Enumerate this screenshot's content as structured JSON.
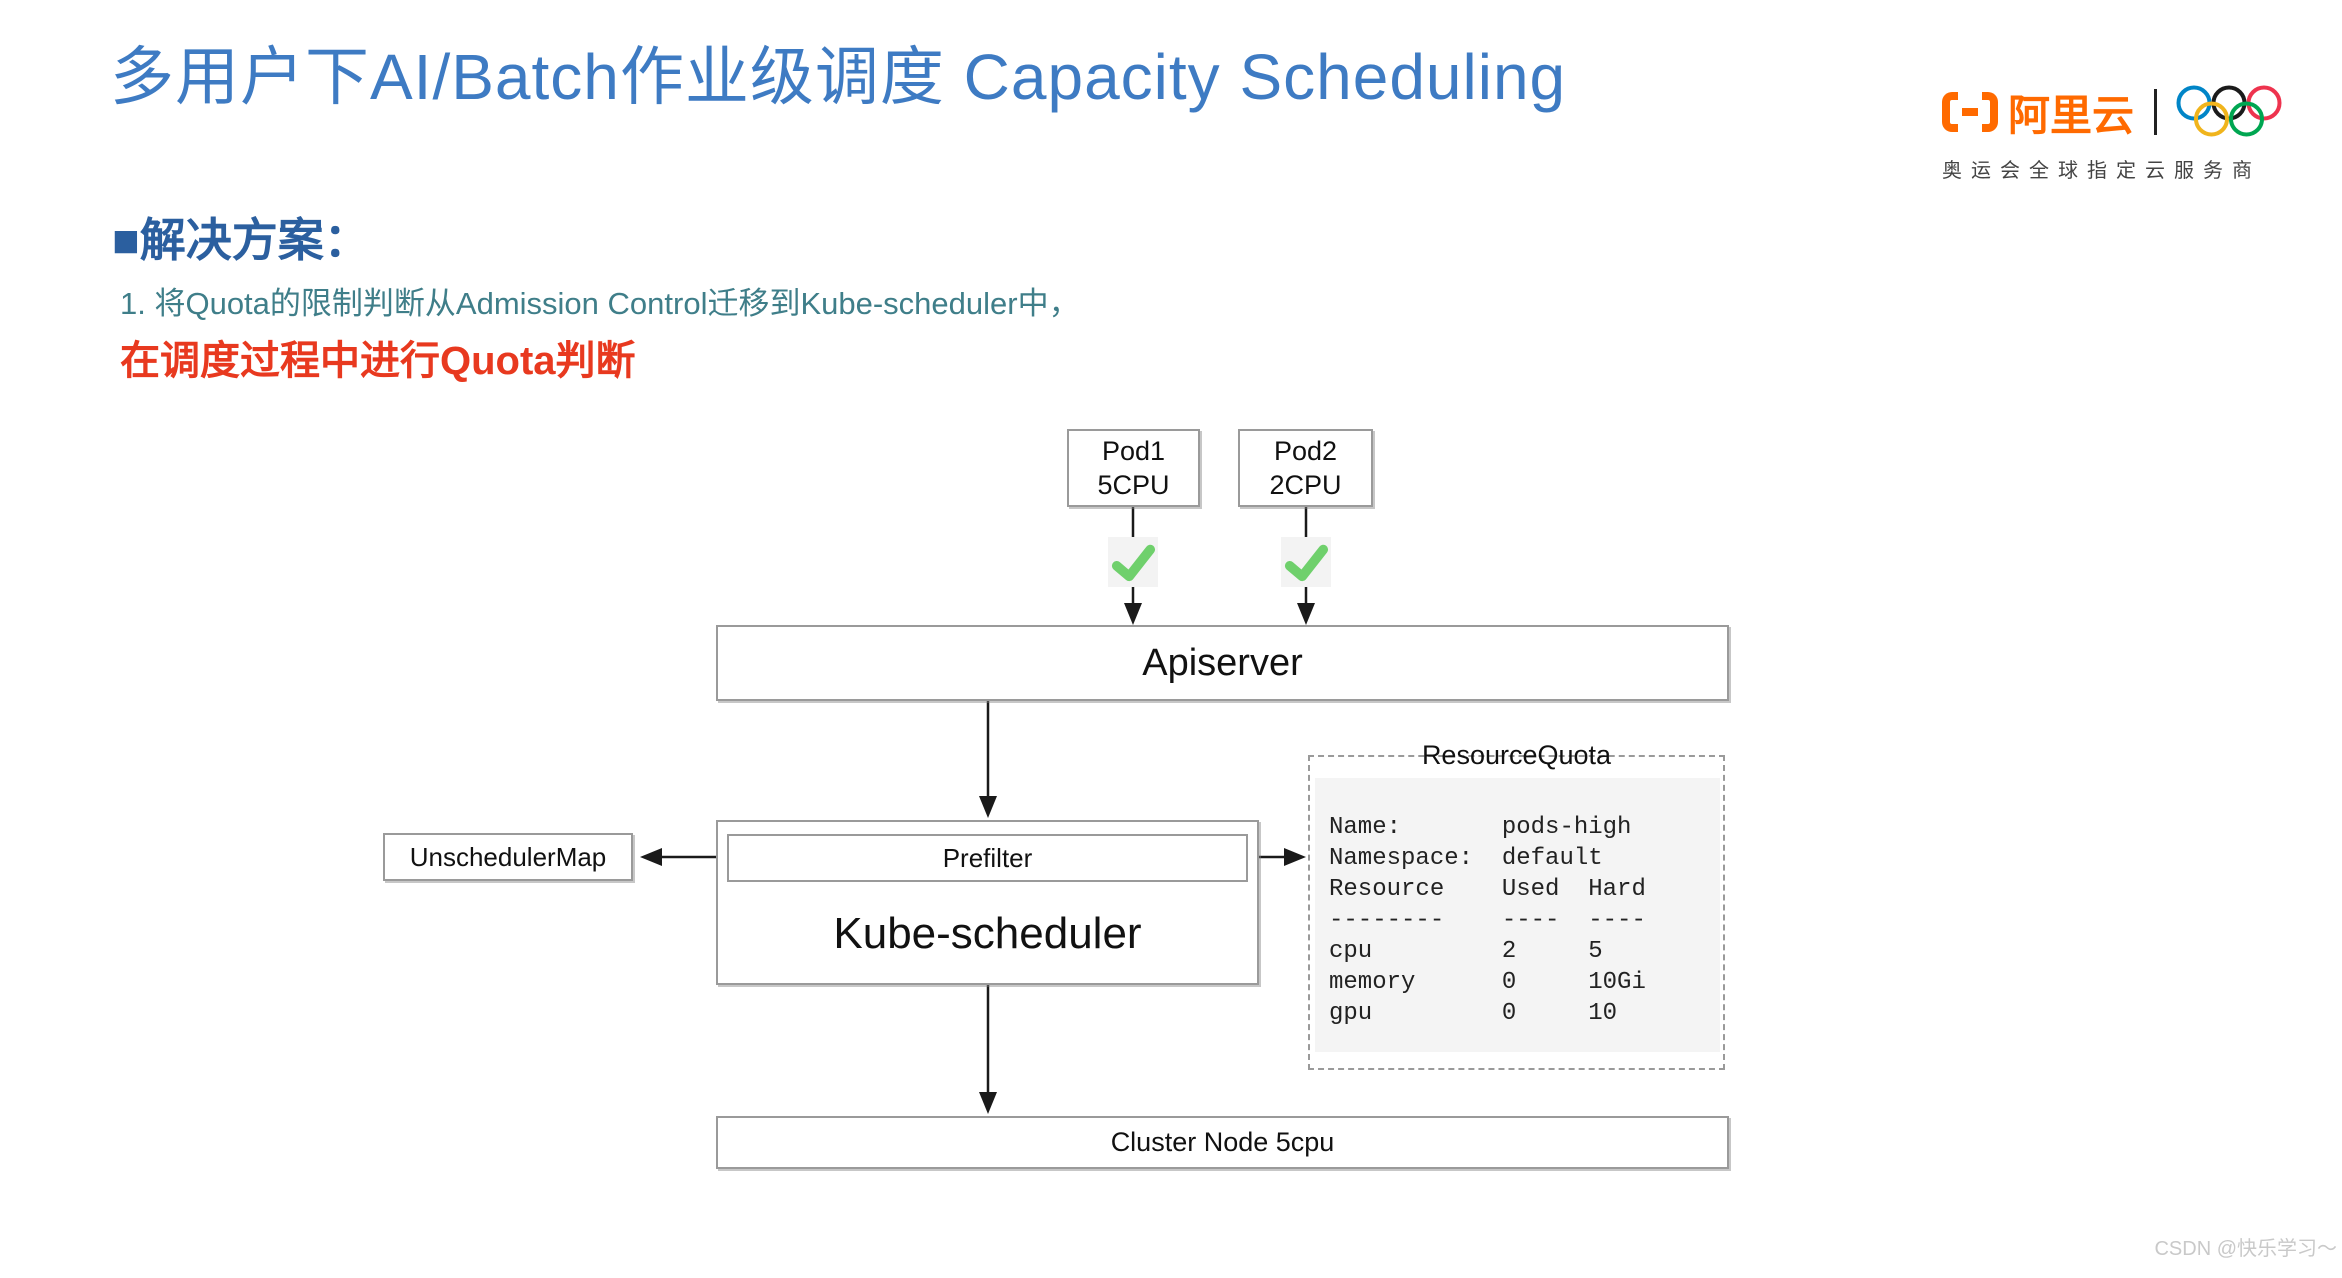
{
  "page": {
    "title": "多用户下AI/Batch作业级调度 Capacity Scheduling",
    "watermark": "CSDN @快乐学习～"
  },
  "logo": {
    "brand": "阿里云",
    "subtitle": "奥运会全球指定云服务商"
  },
  "solution": {
    "heading": "■解决方案：",
    "point1": "1. 将Quota的限制判断从Admission Control迁移到Kube-scheduler中，",
    "highlight": "在调度过程中进行Quota判断"
  },
  "diagram": {
    "pod1": {
      "name": "Pod1",
      "cpu": "5CPU"
    },
    "pod2": {
      "name": "Pod2",
      "cpu": "2CPU"
    },
    "apiserver": "Apiserver",
    "unscheduler_map": "UnschedulerMap",
    "prefilter": "Prefilter",
    "kube_scheduler": "Kube-scheduler",
    "resource_quota": {
      "title": "ResourceQuota",
      "name_label": "Name:",
      "name_value": "pods-high",
      "namespace_label": "Namespace:",
      "namespace_value": "default",
      "columns": [
        "Resource",
        "Used",
        "Hard"
      ],
      "separator": [
        "--------",
        "----",
        "----"
      ],
      "rows": [
        [
          "cpu",
          "2",
          "5"
        ],
        [
          "memory",
          "0",
          "10Gi"
        ],
        [
          "gpu",
          "0",
          "10"
        ]
      ]
    },
    "cluster_node": "Cluster Node 5cpu"
  },
  "colors": {
    "title_blue": "#3E7BC3",
    "heading_blue": "#2B5F9F",
    "note_teal": "#3F7E89",
    "highlight_red": "#E8391F",
    "brand_orange": "#FF6A00",
    "check_green": "#6FD06C",
    "box_border": "#9A9A9A",
    "ring_blue": "#0085C7",
    "ring_black": "#1B1B1B",
    "ring_red": "#EE334E",
    "ring_yellow": "#F0B41C",
    "ring_green": "#00A651",
    "watermark_gray": "#C9C9C9"
  }
}
